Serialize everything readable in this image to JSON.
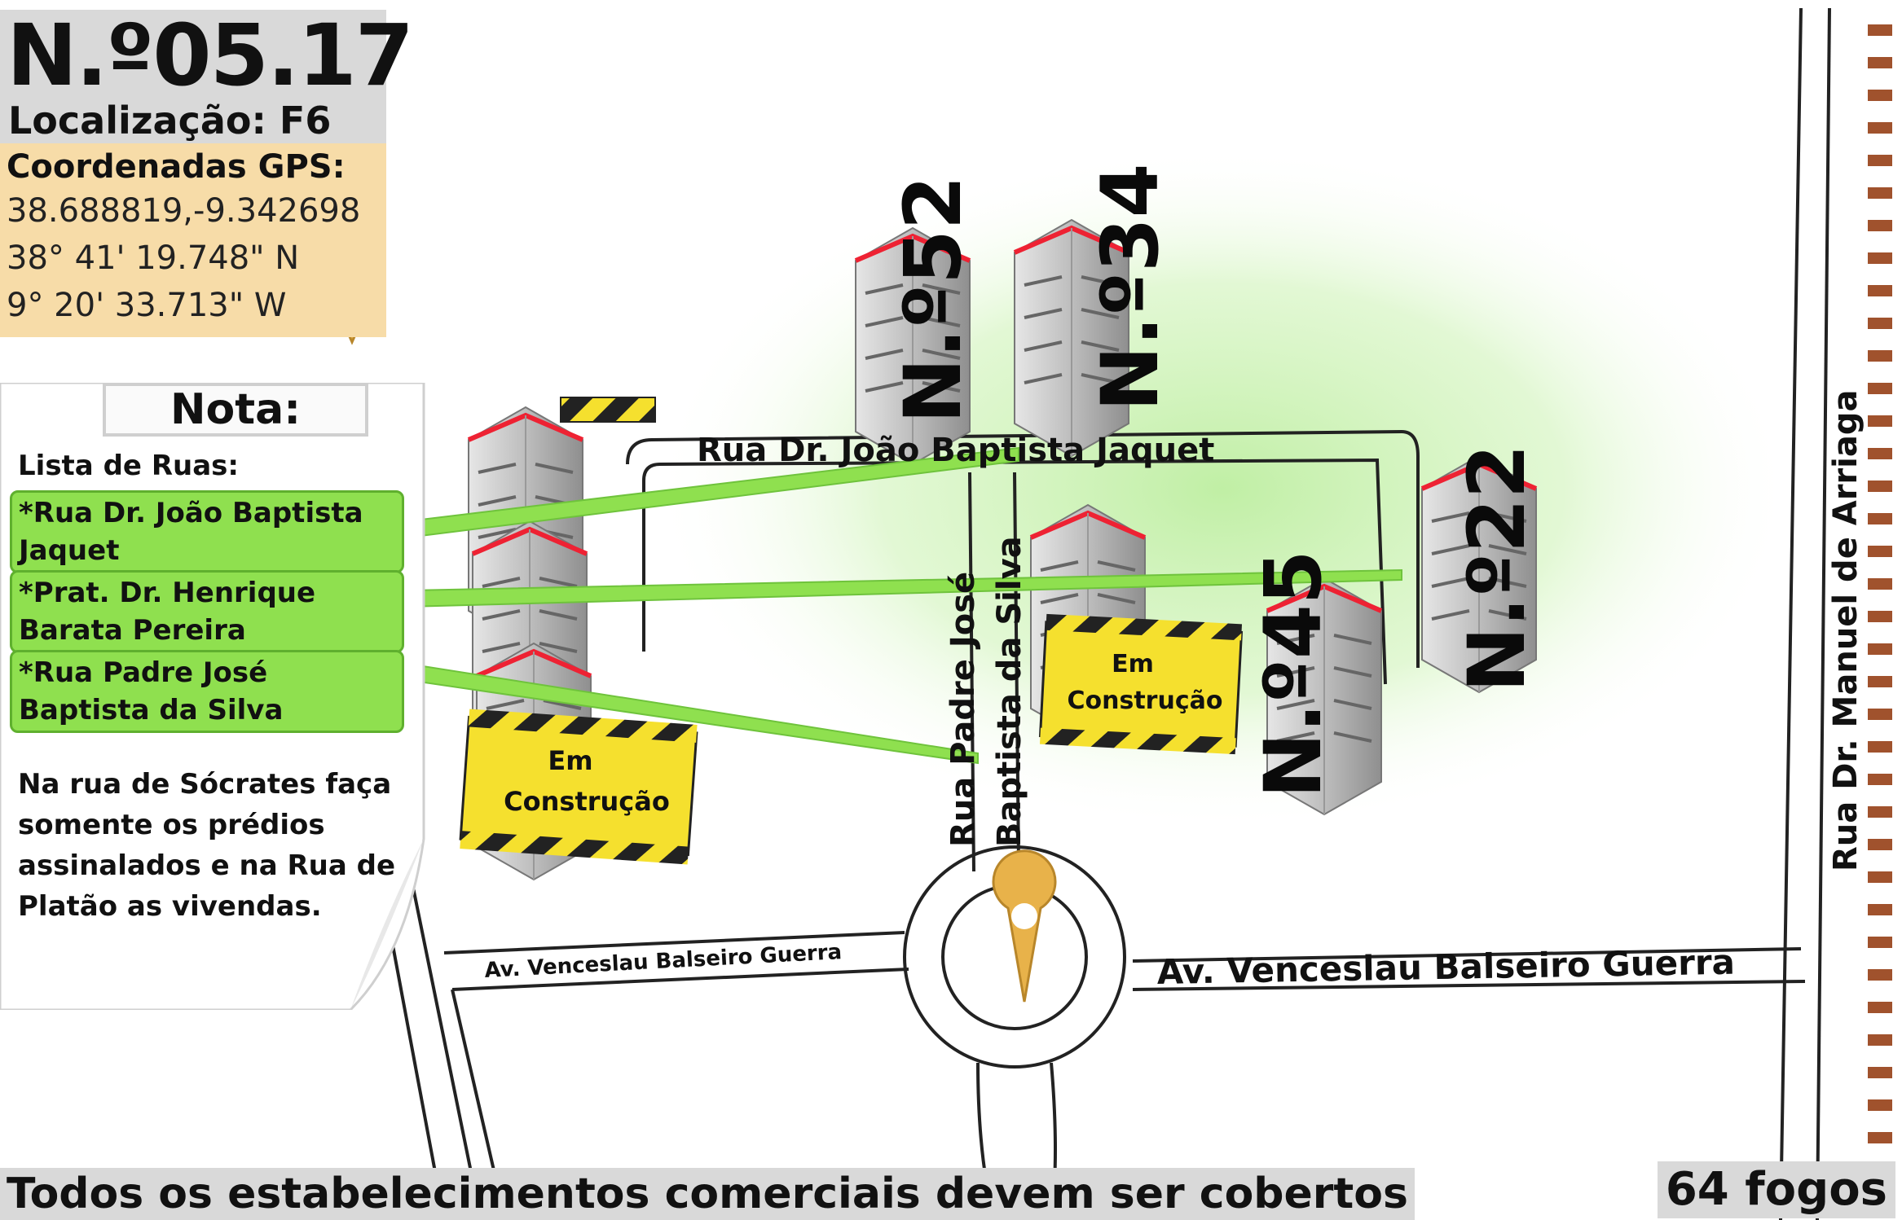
{
  "territory": {
    "number": "N.º05.17",
    "location": "Localização: F6"
  },
  "gps": {
    "title": "Coordenadas GPS:",
    "decimal": "38.688819,-9.342698",
    "lat_dms": "38° 41' 19.748\" N",
    "lon_dms": "9° 20' 33.713\" W"
  },
  "note": {
    "title": "Nota:",
    "streets_heading": "Lista de Ruas:",
    "streets": [
      {
        "line1": "*Rua Dr. João Baptista",
        "line2": "Jaquet"
      },
      {
        "line1": "*Prat. Dr. Henrique",
        "line2": "Barata Pereira"
      },
      {
        "line1": "*Rua Padre José",
        "line2": "Baptista da Silva"
      }
    ],
    "text_lines": [
      "Na rua de Sócrates faça",
      "somente os prédios",
      "assinalados e na Rua de",
      "Platão as vivendas."
    ]
  },
  "streets": {
    "jaquet": "Rua Dr. João Baptista Jaquet",
    "padre_line1": "Rua Padre José",
    "padre_line2": "Baptista da Silva",
    "venceslau_small": "Av. Venceslau Balseiro Guerra",
    "venceslau_large": "Av. Venceslau Balseiro Guerra",
    "arriaga": "Rua Dr. Manuel de Arriaga"
  },
  "buildings": {
    "b52": "N.º52",
    "b34": "N.º34",
    "b45": "N.º45",
    "b22": "N.º22"
  },
  "signs": {
    "line1": "Em",
    "line2": "Construção"
  },
  "footer": {
    "note": "Todos os estabelecimentos comerciais devem ser cobertos",
    "units": "64 fogos"
  },
  "colors": {
    "green_zone": "#c9f1ae",
    "street_highlight": "#8fe04f",
    "gps_box": "#f7dca8",
    "header_box": "#d9d9d9",
    "pin": "#e8b24a",
    "sign": "#f5e02e",
    "rail": "#a0522d"
  },
  "icons": [
    "location-pin-icon",
    "construction-barrier-icon",
    "building-icon",
    "railway-icon"
  ]
}
